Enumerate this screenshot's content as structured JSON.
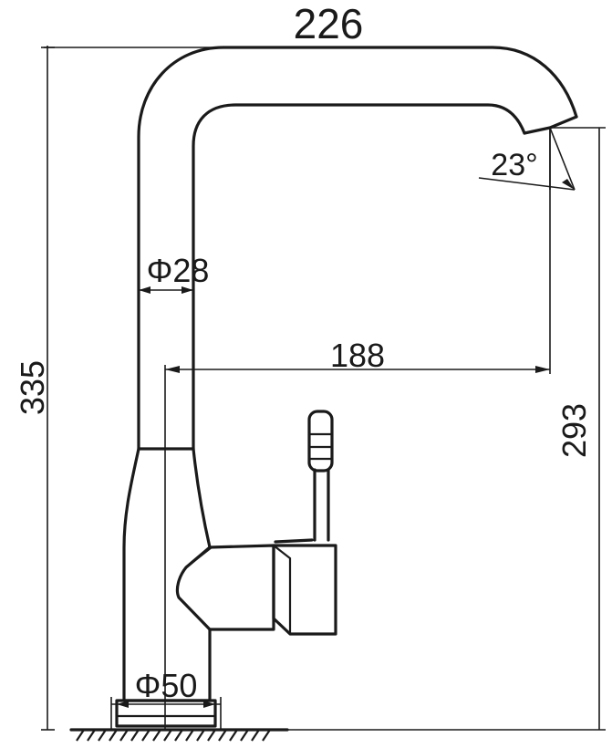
{
  "dimensions": {
    "overall_width": "226",
    "overall_height": "335",
    "spout_height": "293",
    "spout_reach": "188",
    "pipe_diameter": "Φ28",
    "base_diameter": "Φ50",
    "spout_angle": "23°"
  },
  "colors": {
    "line": "#1a1a1a",
    "background": "#ffffff"
  }
}
